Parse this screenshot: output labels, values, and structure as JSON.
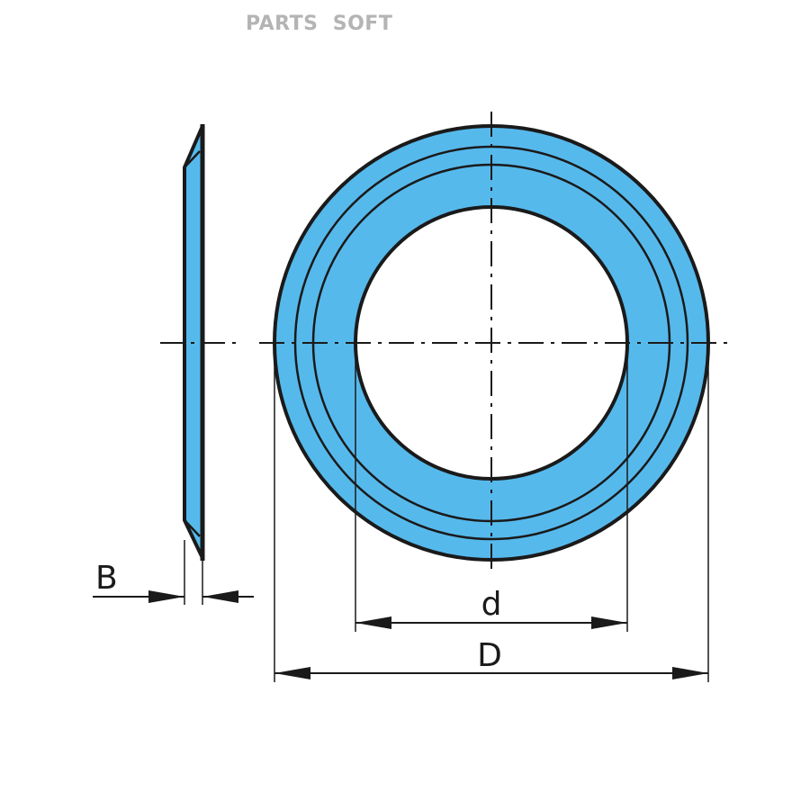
{
  "watermark": "PARTS  SOFT",
  "labels": {
    "thickness": "B",
    "inner_diameter": "d",
    "outer_diameter": "D"
  },
  "colors": {
    "part_fill": "#56b9ec",
    "outline": "#1a1a1a",
    "watermark": "#b4b4b4",
    "background": "#ffffff"
  }
}
